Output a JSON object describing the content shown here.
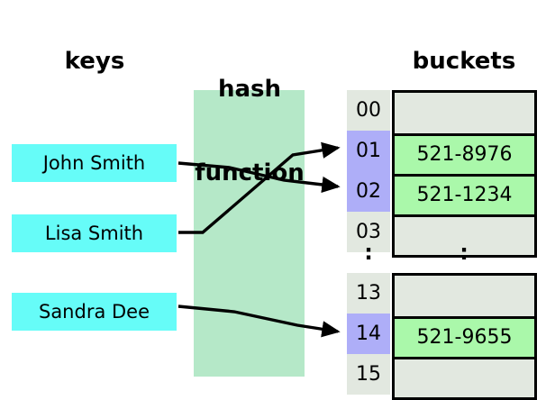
{
  "diagram": {
    "title": "hash table keys to buckets mapping",
    "headings": {
      "keys": "keys",
      "hash_line1": "hash",
      "hash_line2": "function",
      "buckets": "buckets"
    },
    "keys": [
      {
        "label": "John Smith"
      },
      {
        "label": "Lisa Smith"
      },
      {
        "label": "Sandra Dee"
      }
    ],
    "indices": {
      "top": [
        "00",
        "01",
        "02",
        "03"
      ],
      "bottom": [
        "13",
        "14",
        "15"
      ],
      "marked": [
        "01",
        "02",
        "14"
      ],
      "ellipsis": ":"
    },
    "buckets": {
      "top": [
        {
          "index": "00",
          "value": "",
          "filled": false
        },
        {
          "index": "01",
          "value": "521-8976",
          "filled": true
        },
        {
          "index": "02",
          "value": "521-1234",
          "filled": true
        },
        {
          "index": "03",
          "value": "",
          "filled": false
        }
      ],
      "bottom": [
        {
          "index": "13",
          "value": "",
          "filled": false
        },
        {
          "index": "14",
          "value": "521-9655",
          "filled": true
        },
        {
          "index": "15",
          "value": "",
          "filled": false
        }
      ],
      "ellipsis": ":"
    },
    "mappings": [
      {
        "from": "John Smith",
        "to": "02"
      },
      {
        "from": "Lisa Smith",
        "to": "01"
      },
      {
        "from": "Sandra Dee",
        "to": "14"
      }
    ],
    "colors": {
      "key_fill": "#66fcf8",
      "hash_band": "#b5e8c8",
      "index_marked": "#aeaef8",
      "index_plain": "#e2e8e0",
      "bucket_filled": "#aaf8aa",
      "bucket_empty": "#e2e8e0",
      "stroke": "#000000",
      "background": "#ffffff"
    }
  }
}
